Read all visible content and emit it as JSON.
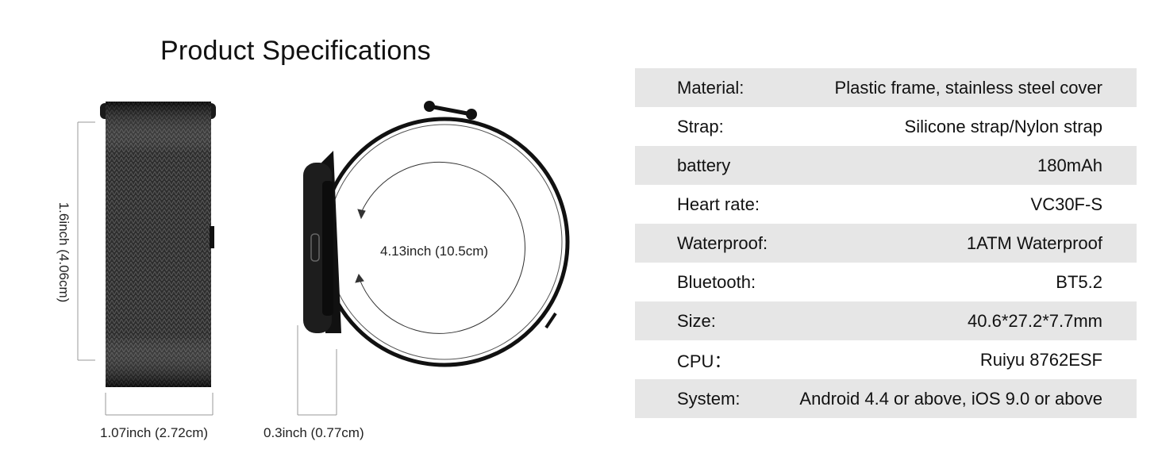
{
  "page": {
    "title": "Product Specifications"
  },
  "dimensions": {
    "height": "1.6inch (4.06cm)",
    "width": "1.07inch (2.72cm)",
    "thickness": "0.3inch (0.77cm)",
    "circumference": "4.13inch (10.5cm)"
  },
  "specs": [
    {
      "label": "Material:",
      "value": "Plastic frame, stainless steel cover"
    },
    {
      "label": "Strap:",
      "value": "Silicone strap/Nylon strap"
    },
    {
      "label": "battery",
      "value": "180mAh"
    },
    {
      "label": "Heart rate:",
      "value": "VC30F-S"
    },
    {
      "label": "Waterproof:",
      "value": "1ATM Waterproof"
    },
    {
      "label": "Bluetooth:",
      "value": "BT5.2"
    },
    {
      "label": "Size:",
      "value": "40.6*27.2*7.7mm"
    },
    {
      "label": "CPU：",
      "value": "Ruiyu 8762ESF"
    },
    {
      "label": "System:",
      "value": "Android 4.4 or above, iOS 9.0 or above"
    }
  ],
  "colors": {
    "row_shade": "#e6e6e6",
    "strap": "#1a1a1a"
  }
}
